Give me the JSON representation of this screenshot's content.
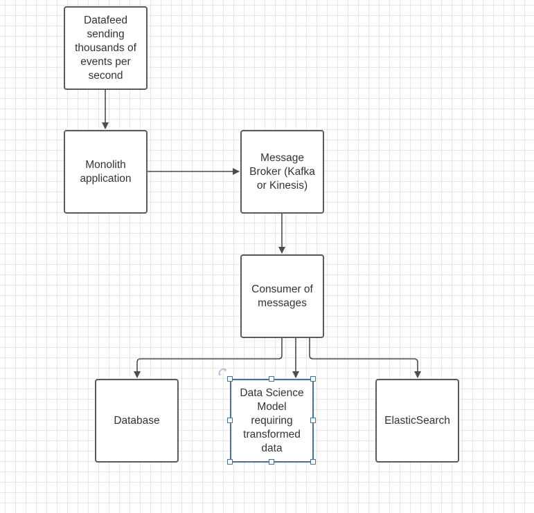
{
  "diagram": {
    "nodes": [
      {
        "id": "datafeed",
        "label": "Datafeed sending thousands of events per second"
      },
      {
        "id": "monolith",
        "label": "Monolith application"
      },
      {
        "id": "broker",
        "label": "Message Broker (Kafka or Kinesis)"
      },
      {
        "id": "consumer",
        "label": "Consumer of messages"
      },
      {
        "id": "database",
        "label": "Database"
      },
      {
        "id": "dsmodel",
        "label": "Data Science Model requiring transformed data",
        "selected": true
      },
      {
        "id": "elastic",
        "label": "ElasticSearch"
      }
    ],
    "edges": [
      {
        "from": "datafeed",
        "to": "monolith"
      },
      {
        "from": "monolith",
        "to": "broker"
      },
      {
        "from": "broker",
        "to": "consumer"
      },
      {
        "from": "consumer",
        "to": "database"
      },
      {
        "from": "consumer",
        "to": "dsmodel"
      },
      {
        "from": "consumer",
        "to": "elastic"
      }
    ],
    "colors": {
      "node_border": "#5a5a5a",
      "edge": "#4d4d4d",
      "selection": "#3f6fb5",
      "grid": "#e6e6e6"
    },
    "icons": {
      "rotate": "rotate-icon"
    }
  }
}
